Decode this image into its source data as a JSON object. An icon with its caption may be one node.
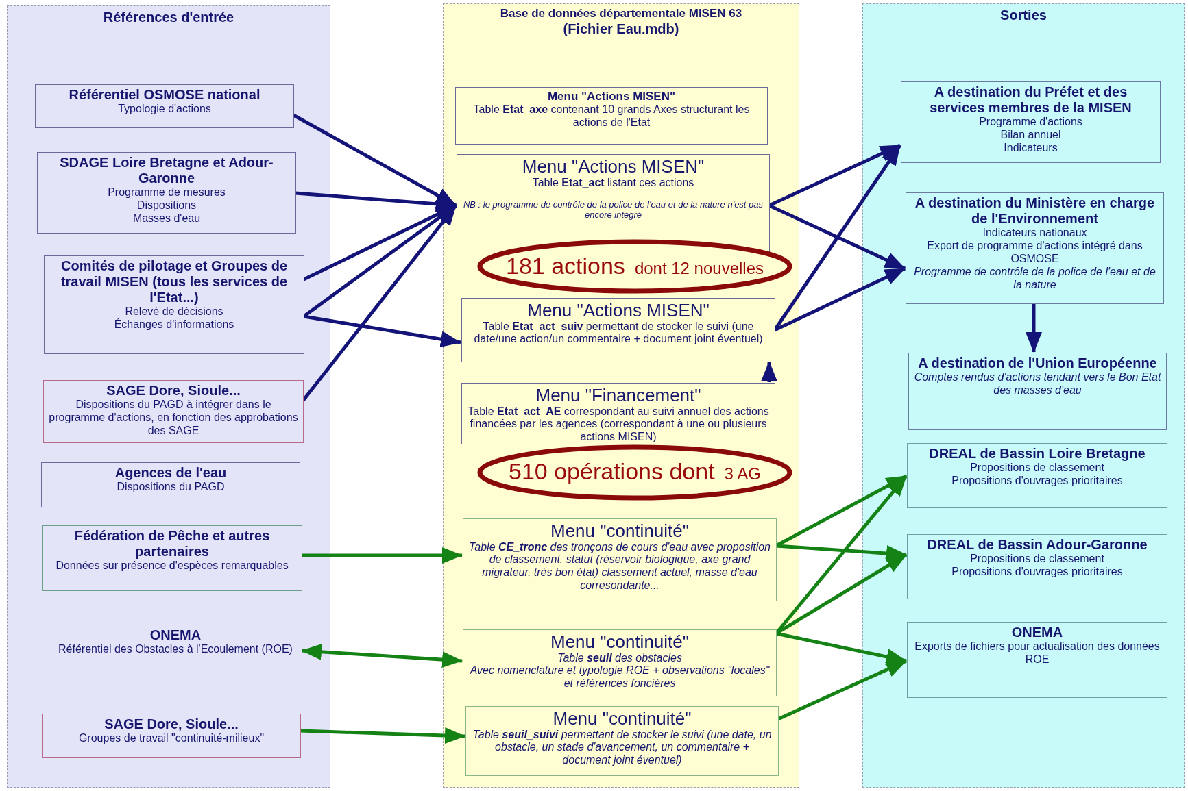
{
  "diagram": {
    "nodes": [
      {
        "text": [
          "Références d'entrée"
        ]
      },
      {
        "text": [
          "Référentiel OSMOSE national",
          "Typologie d'actions"
        ],
        "in": 0
      },
      {
        "text": [
          "SDAGE Loire Bretagne et Adour-Garonne",
          "Programme de mesures",
          "Dispositions",
          "Masses d'eau"
        ],
        "in": 0
      },
      {
        "text": [
          "Comités de pilotage et Groupes de travail MISEN (tous les services de l'Etat...)",
          "Relevé de décisions",
          "Échanges d'informations"
        ],
        "in": 0
      },
      {
        "text": [
          "SAGE Dore, Sioule...",
          "Dispositions du PAGD à intégrer dans le programme d'actions, en fonction des approbations des SAGE"
        ],
        "in": 0
      },
      {
        "text": [
          "Agences de l'eau",
          "Dispositions du PAGD"
        ],
        "in": 0
      },
      {
        "text": [
          "Fédération de Pêche et autres partenaires",
          "Données sur présence d'espèces remarquables"
        ],
        "in": 0
      },
      {
        "text": [
          "ONEMA",
          "Référentiel des Obstacles à l'Ecoulement (ROE)"
        ],
        "in": 0
      },
      {
        "text": [
          "SAGE Dore, Sioule...",
          "Groupes de travail \"continuité-milieux\""
        ],
        "in": 0
      },
      {
        "text": [
          "Base de données départementale MISEN 63",
          "(Fichier Eau.mdb)"
        ]
      },
      {
        "text": [
          "Menu \"Actions MISEN\"",
          "Table **Etat_axe** contenant 10 grands Axes structurant les actions de l'Etat"
        ],
        "in": 9
      },
      {
        "text": [
          "Menu \"Actions MISEN\"",
          "Table **Etat_act** listant ces actions",
          "NB : le programme de contrôle de la police de l'eau et de la nature n'est pas encore intégré"
        ],
        "in": 9
      },
      {
        "text": [
          "181 actions",
          "dont 12 nouvelles"
        ],
        "in": 9
      },
      {
        "text": [
          "Menu \"Actions MISEN\"",
          "Table **Etat_act_suiv** permettant de stocker le suivi (une date/une action/un commentaire + document joint éventuel)"
        ],
        "in": 9
      },
      {
        "text": [
          "Menu \"Financement\"",
          "Table **Etat_act_AE** correspondant au suivi annuel des actions financées par les agences (correspondant à une ou plusieurs actions MISEN)"
        ],
        "in": 9
      },
      {
        "text": [
          "510 opérations dont",
          "3 AG"
        ],
        "in": 9
      },
      {
        "text": [
          "Menu \"continuité\"",
          "Table **CE_tronc** des tronçons de cours d'eau avec proposition de classement, statut (réservoir biologique, axe grand migrateur, très bon état) classement actuel, masse d'eau corresondante..."
        ],
        "in": 9
      },
      {
        "text": [
          "Menu \"continuité\"",
          "Table **seuil** des obstacles",
          "Avec nomenclature et typologie ROE + observations \"locales\" et références foncières"
        ],
        "in": 9
      },
      {
        "text": [
          "Menu \"continuité\"",
          "Table **seuil_suivi** permettant de stocker le suivi (une date, un obstacle, un stade d'avancement, un commentaire + document joint éventuel)"
        ],
        "in": 9
      },
      {
        "text": [
          "Sorties"
        ]
      },
      {
        "text": [
          "A destination du Préfet et des services membres de la MISEN",
          "Programme d'actions",
          "Bilan annuel",
          "Indicateurs"
        ],
        "in": 19
      },
      {
        "text": [
          "A destination du Ministère en charge de l'Environnement",
          "Indicateurs nationaux",
          "Export de programme d'actions intégré dans OSMOSE",
          "Programme de contrôle de la police de l'eau et de la nature"
        ],
        "in": 19
      },
      {
        "text": [
          "A destination de l'Union Européenne",
          "Comptes rendus d'actions tendant vers le Bon Etat des masses d'eau"
        ],
        "in": 19
      },
      {
        "text": [
          "DREAL de Bassin Loire Bretagne",
          "Propositions de classement",
          "Propositions d'ouvrages prioritaires"
        ],
        "in": 19
      },
      {
        "text": [
          "DREAL de Bassin Adour-Garonne",
          "Propositions de classement",
          "Propositions d'ouvrages prioritaires"
        ],
        "in": 19
      },
      {
        "text": [
          "ONEMA",
          "Exports de fichiers pour actualisation des données ROE"
        ],
        "in": 19
      }
    ],
    "edges": [
      {
        "from": 1,
        "to": 11,
        "arrow": "to"
      },
      {
        "from": 2,
        "to": 11,
        "arrow": "to"
      },
      {
        "from": 3,
        "to": 11,
        "arrow": "to"
      },
      {
        "from": 3,
        "to": 11,
        "arrow": "to"
      },
      {
        "from": 3,
        "to": 13,
        "arrow": "to"
      },
      {
        "from": 4,
        "to": 11,
        "arrow": "to"
      },
      {
        "from": 11,
        "to": 20,
        "arrow": "to"
      },
      {
        "from": 11,
        "to": 21,
        "arrow": "to"
      },
      {
        "from": 13,
        "to": 20,
        "arrow": "to"
      },
      {
        "from": 13,
        "to": 21,
        "arrow": "to"
      },
      {
        "from": 14,
        "to": 13,
        "arrow": "to"
      },
      {
        "from": 21,
        "to": 22,
        "arrow": "to"
      },
      {
        "from": 6,
        "to": 16,
        "arrow": "to",
        "color": "#148214"
      },
      {
        "from": 7,
        "to": 17,
        "arrow": "both",
        "color": "#148214"
      },
      {
        "from": 8,
        "to": 18,
        "arrow": "to",
        "color": "#148214"
      },
      {
        "from": 16,
        "to": 23,
        "arrow": "to",
        "color": "#148214"
      },
      {
        "from": 16,
        "to": 24,
        "arrow": "to",
        "color": "#148214"
      },
      {
        "from": 17,
        "to": 23,
        "arrow": "to",
        "color": "#148214"
      },
      {
        "from": 17,
        "to": 24,
        "arrow": "to",
        "color": "#148214"
      },
      {
        "from": 17,
        "to": 25,
        "arrow": "to",
        "color": "#148214"
      },
      {
        "from": 18,
        "to": 25,
        "arrow": "to",
        "color": "#148214"
      }
    ]
  }
}
